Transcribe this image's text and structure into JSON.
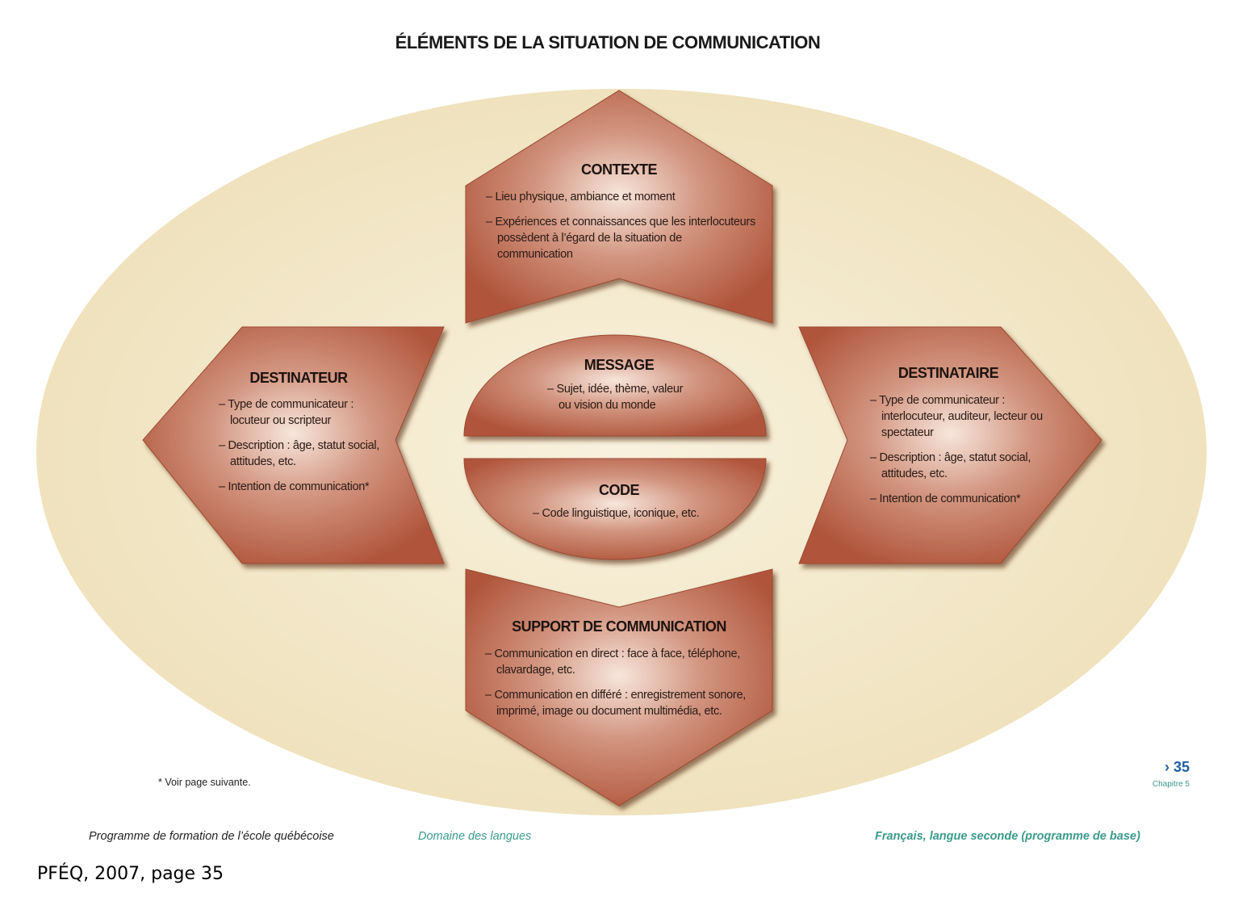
{
  "title": "ÉLÉMENTS DE LA SITUATION DE COMMUNICATION",
  "contexte": {
    "heading": "CONTEXTE",
    "items": [
      "– Lieu physique, ambiance et moment",
      "– Expériences et connaissances que les interlocuteurs possèdent à l’égard de la situation de communication"
    ]
  },
  "destinateur": {
    "heading": "DESTINATEUR",
    "items": [
      "– Type de communicateur : locuteur ou scripteur",
      "– Description : âge, statut social, attitudes, etc.",
      "– Intention de communication*"
    ]
  },
  "message": {
    "heading": "MESSAGE",
    "items": [
      "– Sujet, idée, thème, valeur ou vision du monde"
    ]
  },
  "code": {
    "heading": "CODE",
    "items": [
      "– Code linguistique, iconique, etc."
    ]
  },
  "destinataire": {
    "heading": "DESTINATAIRE",
    "items": [
      "– Type de communicateur : interlocuteur, auditeur, lecteur ou spectateur",
      "– Description : âge, statut social, attitudes, etc.",
      "– Intention de communication*"
    ]
  },
  "support": {
    "heading": "SUPPORT DE COMMUNICATION",
    "items": [
      "– Communication en direct : face à face, téléphone, clavardage, etc.",
      "– Communication en différé : enregistrement sonore, imprimé, image ou document multimédia, etc."
    ]
  },
  "footnote": "* Voir page suivante.",
  "page_number": "› 35",
  "chapter": "Chapitre 5",
  "footer": {
    "left": "Programme de formation de l’école québécoise",
    "middle": "Domaine des langues",
    "right": "Français, langue seconde (programme de base)"
  },
  "caption": "PFÉQ, 2007, page 35",
  "colors": {
    "ellipse": "#f1e5c4",
    "shape": "#b85e44",
    "teal": "#3a9a8c",
    "blue": "#1f5fa0"
  }
}
